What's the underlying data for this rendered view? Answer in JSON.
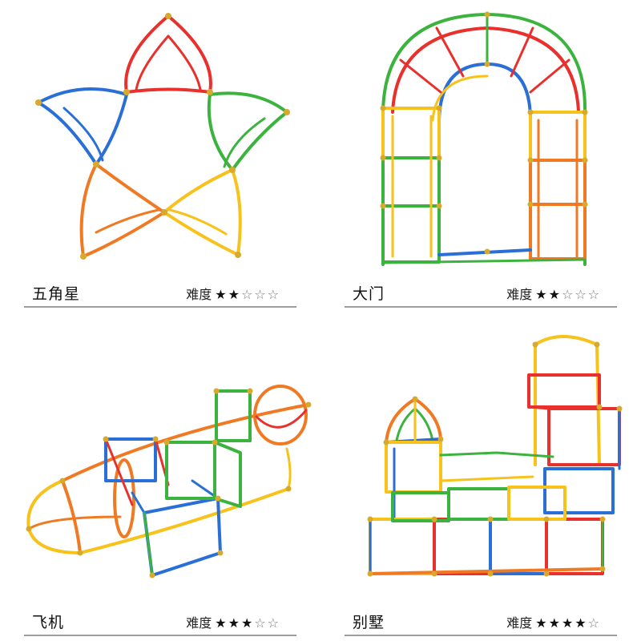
{
  "colors": {
    "red": "#e8312c",
    "blue": "#2a6fd6",
    "green": "#3cb33e",
    "orange": "#f07a24",
    "yellow": "#f6c21b",
    "joint": "#d8a92a",
    "divider": "#9e9e9e"
  },
  "difficulty_label": "难度",
  "star_icons": {
    "filled": "★",
    "empty": "☆"
  },
  "models": [
    {
      "name": "五角星",
      "difficulty": 2,
      "max": 5
    },
    {
      "name": "大门",
      "difficulty": 2,
      "max": 5
    },
    {
      "name": "飞机",
      "difficulty": 3,
      "max": 5
    },
    {
      "name": "别墅",
      "difficulty": 4,
      "max": 5
    }
  ]
}
